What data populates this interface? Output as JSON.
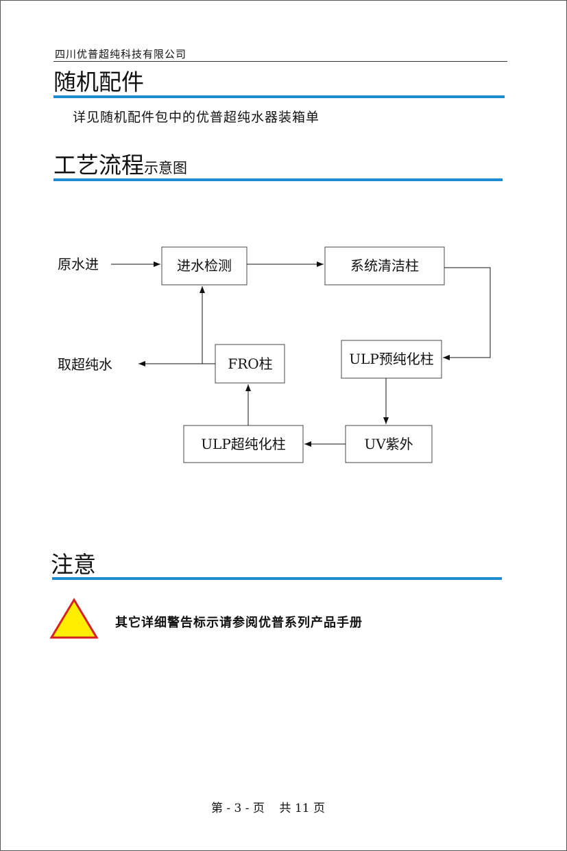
{
  "header": {
    "company": "四川优普超纯科技有限公司"
  },
  "accessories": {
    "title": "随机配件",
    "text": "详见随机配件包中的优普超纯水器装箱单"
  },
  "process": {
    "title": "工艺流程",
    "title_small": "示意图",
    "nodes": {
      "inlet_label": "原水进",
      "inlet_check": "进水检测",
      "system_clean": "系统清洁柱",
      "ulp_pre": "ULP预纯化柱",
      "uv": "UV紫外",
      "ulp_ultra": "ULP超纯化柱",
      "fro": "FRO柱",
      "outlet_label": "取超纯水"
    }
  },
  "notice": {
    "title": "注意",
    "text": "其它详细警告标示请参阅优普系列产品手册",
    "warning_icon": "warning-triangle-icon",
    "colors": {
      "fill": "#ffee00",
      "stroke": "#d92020"
    }
  },
  "footer": {
    "page_text": "第 - 3 - 页    共 11 页"
  }
}
